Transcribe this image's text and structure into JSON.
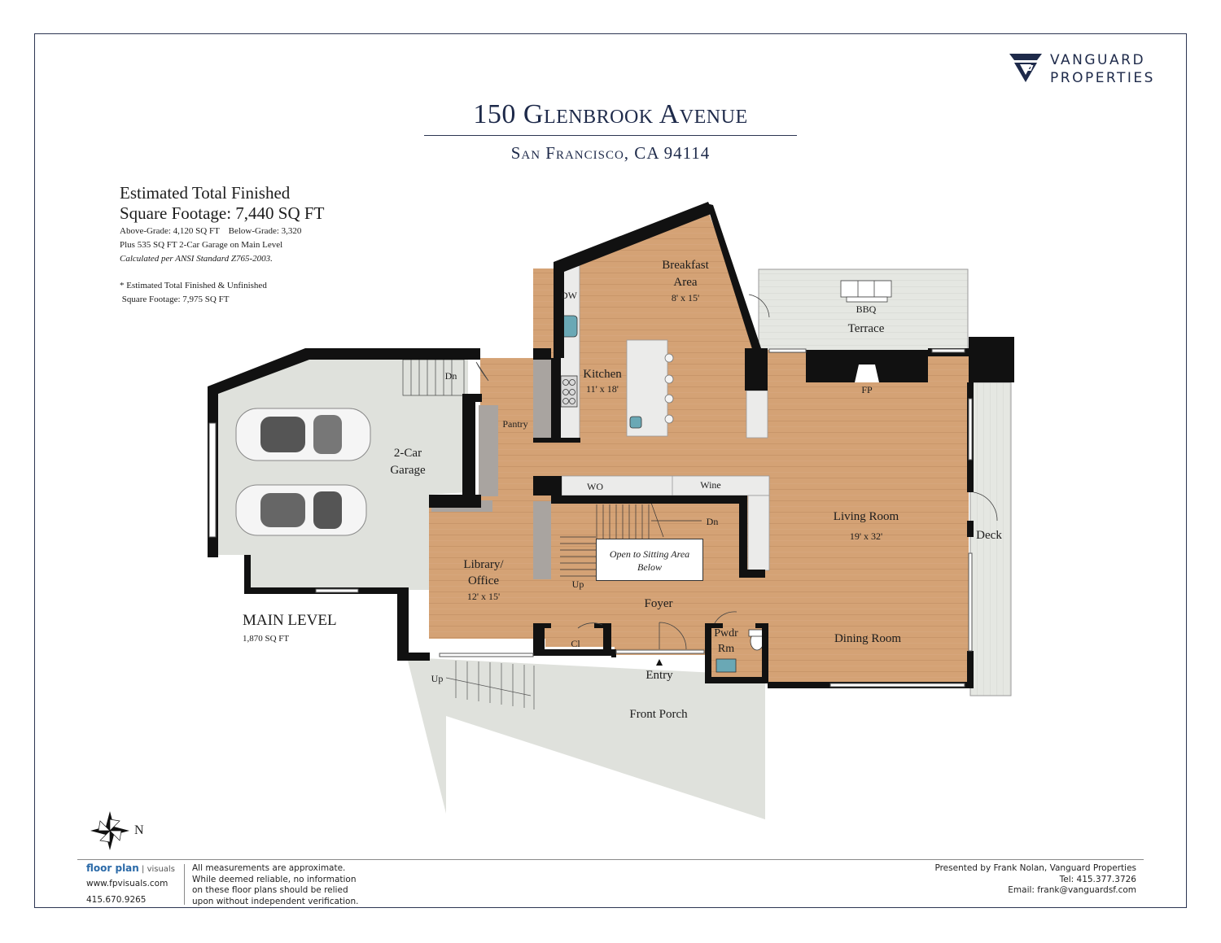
{
  "brand": {
    "line1": "VANGUARD",
    "line2": "PROPERTIES",
    "color": "#1e2a4a"
  },
  "header": {
    "title": "150 Glenbrook Avenue",
    "subtitle": "San Francisco, CA 94114"
  },
  "stats": {
    "line1": "Estimated Total Finished",
    "line2": "Square Footage: 7,440 SQ FT",
    "line3": "Above-Grade: 4,120 SQ FT    Below-Grade: 3,320",
    "line4": "Plus 535 SQ FT 2-Car Garage on Main Level",
    "line5": "Calculated per ANSI Standard Z765-2003.",
    "note1": "* Estimated Total Finished & Unfinished",
    "note2": " Square Footage: 7,975 SQ FT"
  },
  "level": {
    "name": "MAIN LEVEL",
    "area": "1,870 SQ FT"
  },
  "rooms": {
    "breakfast": {
      "name1": "Breakfast",
      "name2": "Area",
      "dim": "8' x 15'"
    },
    "terrace": {
      "name": "Terrace",
      "bbq": "BBQ"
    },
    "kitchen": {
      "name": "Kitchen",
      "dim": "11' x 18'",
      "dw": "DW"
    },
    "garage": {
      "name1": "2-Car",
      "name2": "Garage",
      "dn": "Dn"
    },
    "pantry": {
      "name": "Pantry"
    },
    "living": {
      "name": "Living Room",
      "dim": "19' x 32'",
      "fp": "FP"
    },
    "deck": {
      "name": "Deck"
    },
    "wo": {
      "name": "WO"
    },
    "wine": {
      "name": "Wine"
    },
    "stair": {
      "dn": "Dn",
      "up": "Up"
    },
    "open": {
      "line1": "Open to Sitting Area",
      "line2": "Below"
    },
    "library": {
      "name1": "Library/",
      "name2": "Office",
      "dim": "12' x 15'"
    },
    "foyer": {
      "name": "Foyer"
    },
    "dining": {
      "name": "Dining Room"
    },
    "powder": {
      "name1": "Pwdr",
      "name2": "Rm"
    },
    "closet": {
      "name": "Cl"
    },
    "entry": {
      "name": "Entry"
    },
    "porch": {
      "name": "Front Porch",
      "up": "Up"
    }
  },
  "compass": {
    "label": "N"
  },
  "footer": {
    "fpv_brand": "floor plan",
    "fpv_suffix": "visuals",
    "fpv_url": "www.fpvisuals.com",
    "fpv_phone": "415.670.9265",
    "disclaimer": [
      "All measurements are approximate.",
      "While deemed reliable, no information",
      "on these floor plans should be relied",
      "upon without independent verification."
    ],
    "presented": "Presented by Frank Nolan, Vanguard Properties",
    "tel": "Tel: 415.377.3726",
    "email": "Email: frank@vanguardsf.com"
  },
  "colors": {
    "wood": "#d4a275",
    "wall": "#111111",
    "concrete": "#dfe1dc",
    "counter": "#ebebea",
    "navy": "#1e2a4a"
  }
}
